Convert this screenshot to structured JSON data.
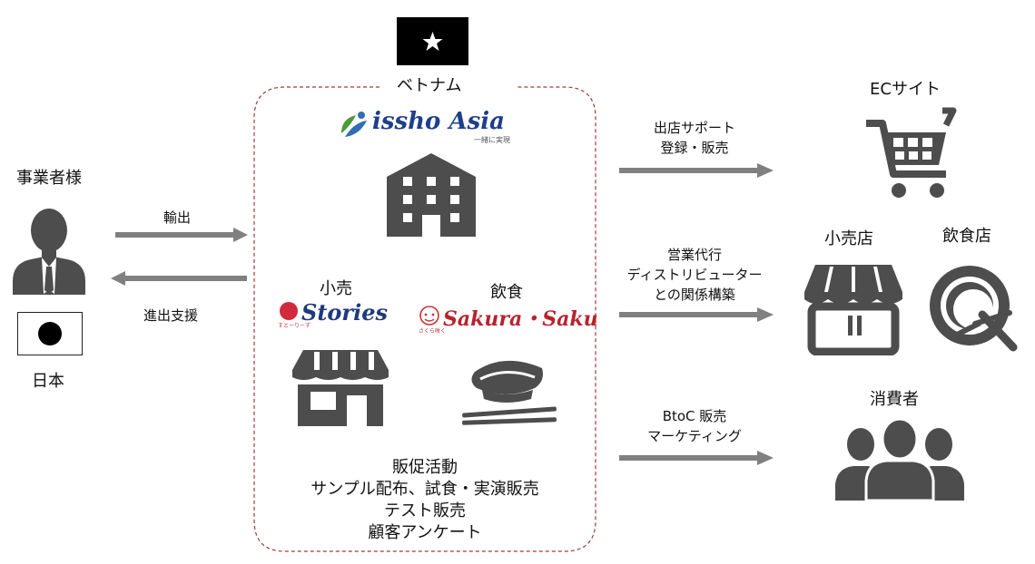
{
  "left": {
    "business_label": "事業者様",
    "country_label": "日本"
  },
  "arrows": {
    "export_label": "輸出",
    "support_label": "進出支援"
  },
  "center": {
    "country_label": "ベトナム",
    "company_logo": {
      "name": "issho Asia",
      "tagline": "一緒に実現"
    },
    "retail": {
      "label": "小売",
      "logo_text": "Stories",
      "logo_sub": "すとーりーず"
    },
    "restaurant": {
      "label": "飲食",
      "logo_text": "Sakura・Saku",
      "logo_sub": "さくら咲く"
    },
    "activities": [
      "販促活動",
      "サンプル配布、試食・実演販売",
      "テスト販売",
      "顧客アンケート"
    ]
  },
  "right": {
    "ec_label": "ECサイト",
    "retail_label": "小売店",
    "restaurant_label": "飲食店",
    "consumer_label": "消費者",
    "arrow_ec": [
      "出店サポート",
      "登録・販売"
    ],
    "arrow_retail": [
      "営業代行",
      "ディストリビューター",
      "との関係構築"
    ],
    "arrow_consumer": [
      "BtoC 販売",
      "マーケティング"
    ]
  },
  "colors": {
    "icon_gray": "#4d4d4d",
    "arrow_gray": "#808080",
    "dashed_border": "#a0393c",
    "vietnam_flag_bg": "#000000",
    "japan_flag_dot": "#000000"
  }
}
